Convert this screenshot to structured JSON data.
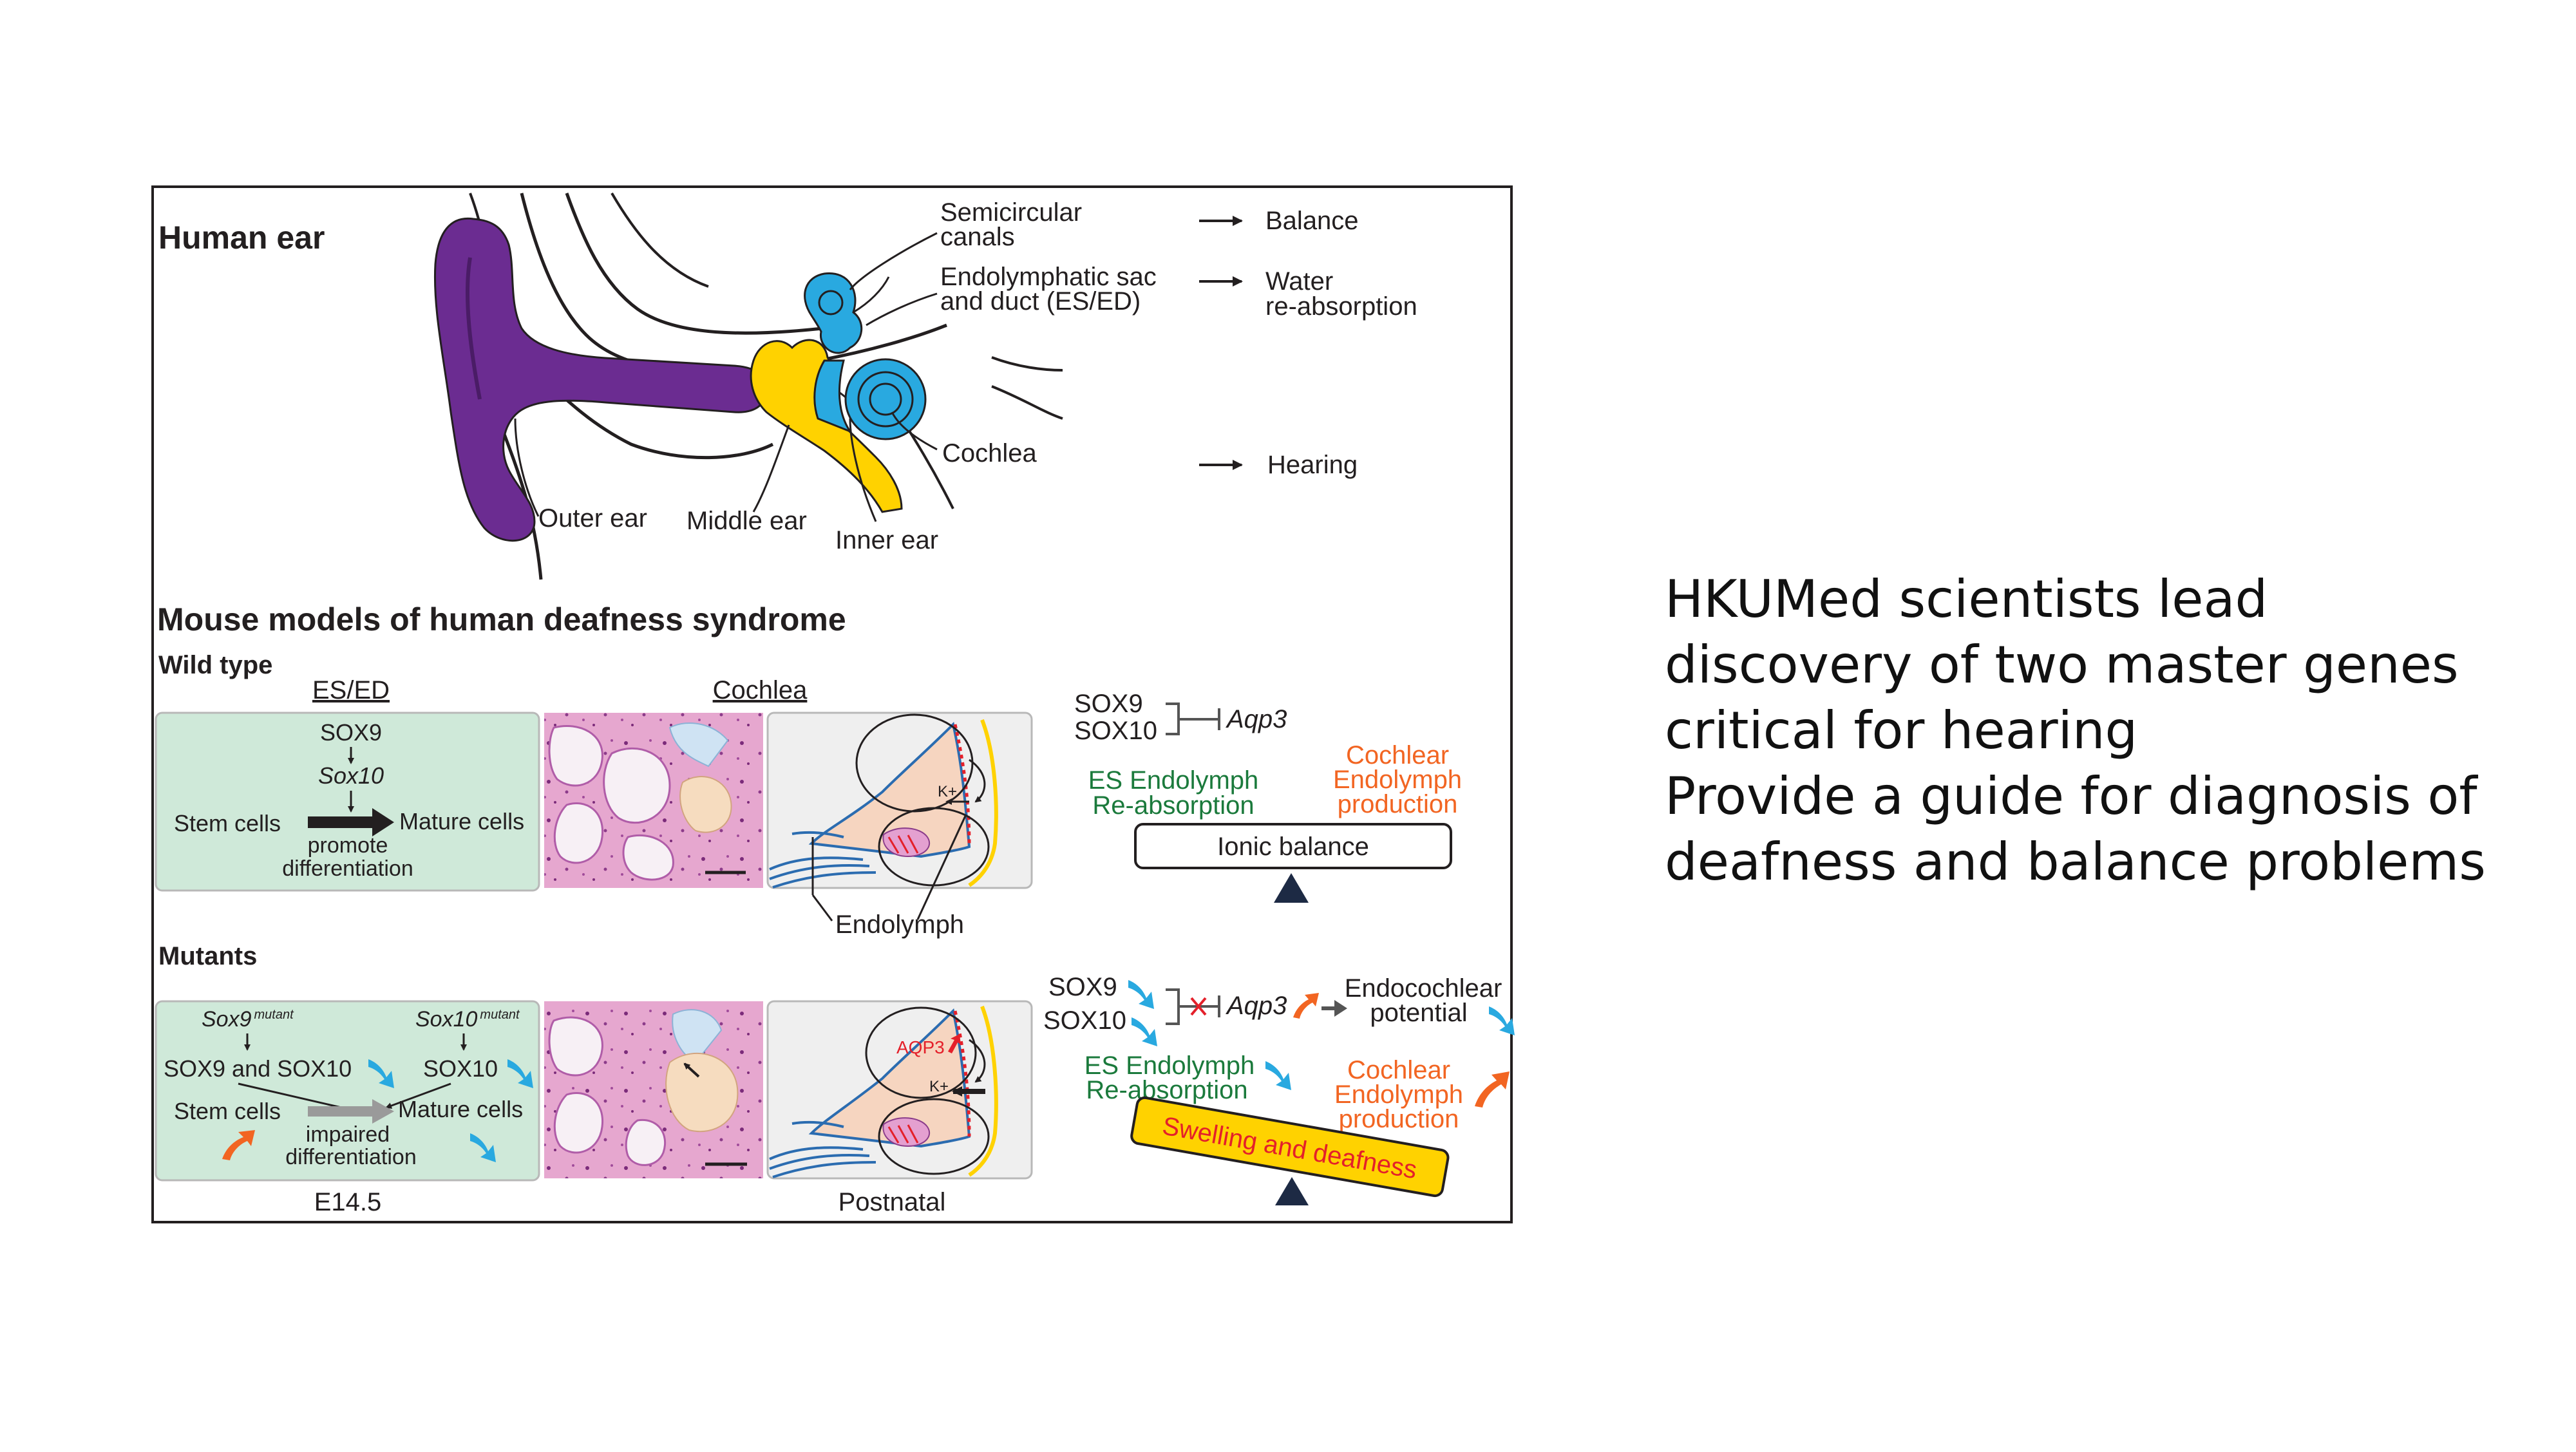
{
  "human_ear": {
    "title": "Human ear",
    "structures": {
      "semicircular_canals": [
        "Semicircular",
        "canals"
      ],
      "es_ed": [
        "Endolymphatic sac",
        "and duct (ES/ED)"
      ],
      "cochlea": "Cochlea",
      "outer_ear": "Outer ear",
      "middle_ear": "Middle ear",
      "inner_ear": "Inner ear"
    },
    "functions": {
      "balance": "Balance",
      "water": [
        "Water",
        "re-absorption"
      ],
      "hearing": "Hearing"
    }
  },
  "mouse": {
    "title": "Mouse models of human deafness syndrome",
    "wild_type": {
      "label": "Wild type",
      "es_ed_header": "ES/ED",
      "cochlea_header": "Cochlea",
      "sox9": "SOX9",
      "sox10": "Sox10",
      "stem_cells": "Stem cells",
      "mature_cells": "Mature cells",
      "promote": [
        "promote",
        "differentiation"
      ],
      "endolymph": "Endolymph",
      "k_label": "K+",
      "gene_sox9": "SOX9",
      "gene_sox10": "SOX10",
      "aqp3": "Aqp3",
      "es_endolymph": [
        "ES Endolymph",
        "Re-absorption"
      ],
      "cochlear_endolymph": [
        "Cochlear",
        "Endolymph",
        "production"
      ],
      "balance_bar": "Ionic balance"
    },
    "mutants": {
      "label": "Mutants",
      "sox9_mutant": "Sox9",
      "sox10_mutant": "Sox10",
      "mutant_sup": "mutant",
      "sox9_and_sox10": "SOX9 and SOX10",
      "sox10": "SOX10",
      "stem_cells": "Stem cells",
      "mature_cells": "Mature cells",
      "impaired": [
        "impaired",
        "differentiation"
      ],
      "aqp3_marker": "AQP3",
      "k_label": "K+",
      "gene_sox9": "SOX9",
      "gene_sox10": "SOX10",
      "aqp3": "Aqp3",
      "endocochlear": [
        "Endocochlear",
        "potential"
      ],
      "es_endolymph": [
        "ES Endolymph",
        "Re-absorption"
      ],
      "cochlear_endolymph": [
        "Cochlear",
        "Endolymph",
        "production"
      ],
      "balance_bar": "Swelling and deafness"
    },
    "stage_left": "E14.5",
    "stage_right": "Postnatal"
  },
  "headline": [
    "HKUMed scientists lead",
    "discovery of two master genes",
    "critical for hearing",
    "Provide a guide for diagnosis of",
    "deafness and balance problems"
  ],
  "colors": {
    "ear_purple": "#6b2c91",
    "inner_blue": "#29a9e0",
    "middle_yellow": "#ffd200",
    "panel_green": "#cfe9d9",
    "es_green": "#1b7a3c",
    "cochlear_orange": "#f26522",
    "down_arrow_blue": "#29a9e0",
    "up_arrow_orange": "#f26522",
    "swelling_red": "#e4202a"
  }
}
